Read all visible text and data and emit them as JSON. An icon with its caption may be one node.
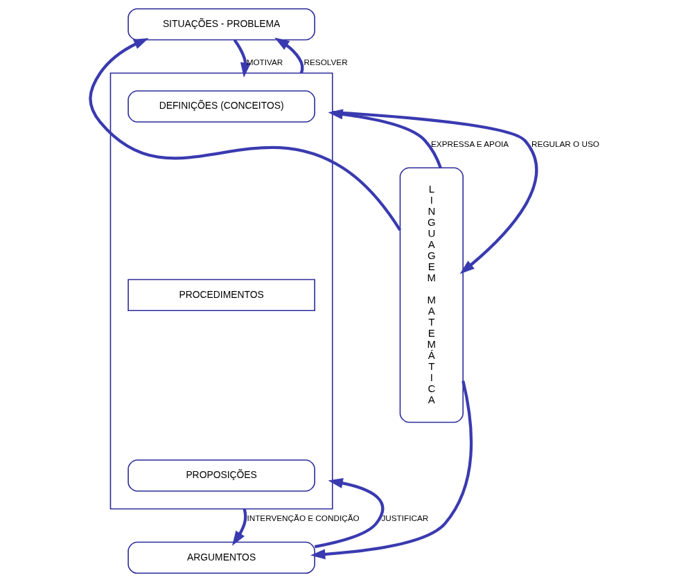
{
  "diagram": {
    "nodes": [
      {
        "text": [
          "LINGUAGEM MATEMÁTICA"
        ]
      },
      {
        "text": [
          "SITUAÇÕES - PROBLEMA"
        ]
      },
      {
        "text": [],
        "shape": "box"
      },
      {
        "text": [
          "DEFINIÇÕES (CONCEITOS)"
        ],
        "in": 2
      },
      {
        "text": [
          "PROCEDIMENTOS"
        ],
        "in": 2
      },
      {
        "text": [
          "PROPOSIÇÕES"
        ],
        "in": 2
      },
      {
        "text": [
          "ARGUMENTOS"
        ]
      }
    ],
    "edges": [
      {
        "from": 0,
        "to": 1,
        "arrow": "to"
      },
      {
        "from": 1,
        "to": 2,
        "arrow": "to",
        "label": "MOTIVAR"
      },
      {
        "from": 2,
        "to": 1,
        "arrow": "to",
        "label": "RESOLVER"
      },
      {
        "from": 0,
        "to": 2,
        "arrow": "to",
        "label": "EXPRESSA E APOIA"
      },
      {
        "from": 2,
        "to": 0,
        "arrow": "to",
        "label": "REGULAR O USO"
      },
      {
        "from": 2,
        "to": 6,
        "arrow": "to",
        "label": "INTERVENÇÃO E CONDIÇÃO"
      },
      {
        "from": 6,
        "to": 2,
        "arrow": "to",
        "label": "JUSTIFICAR"
      },
      {
        "from": 0,
        "to": 6,
        "arrow": "to"
      }
    ]
  }
}
